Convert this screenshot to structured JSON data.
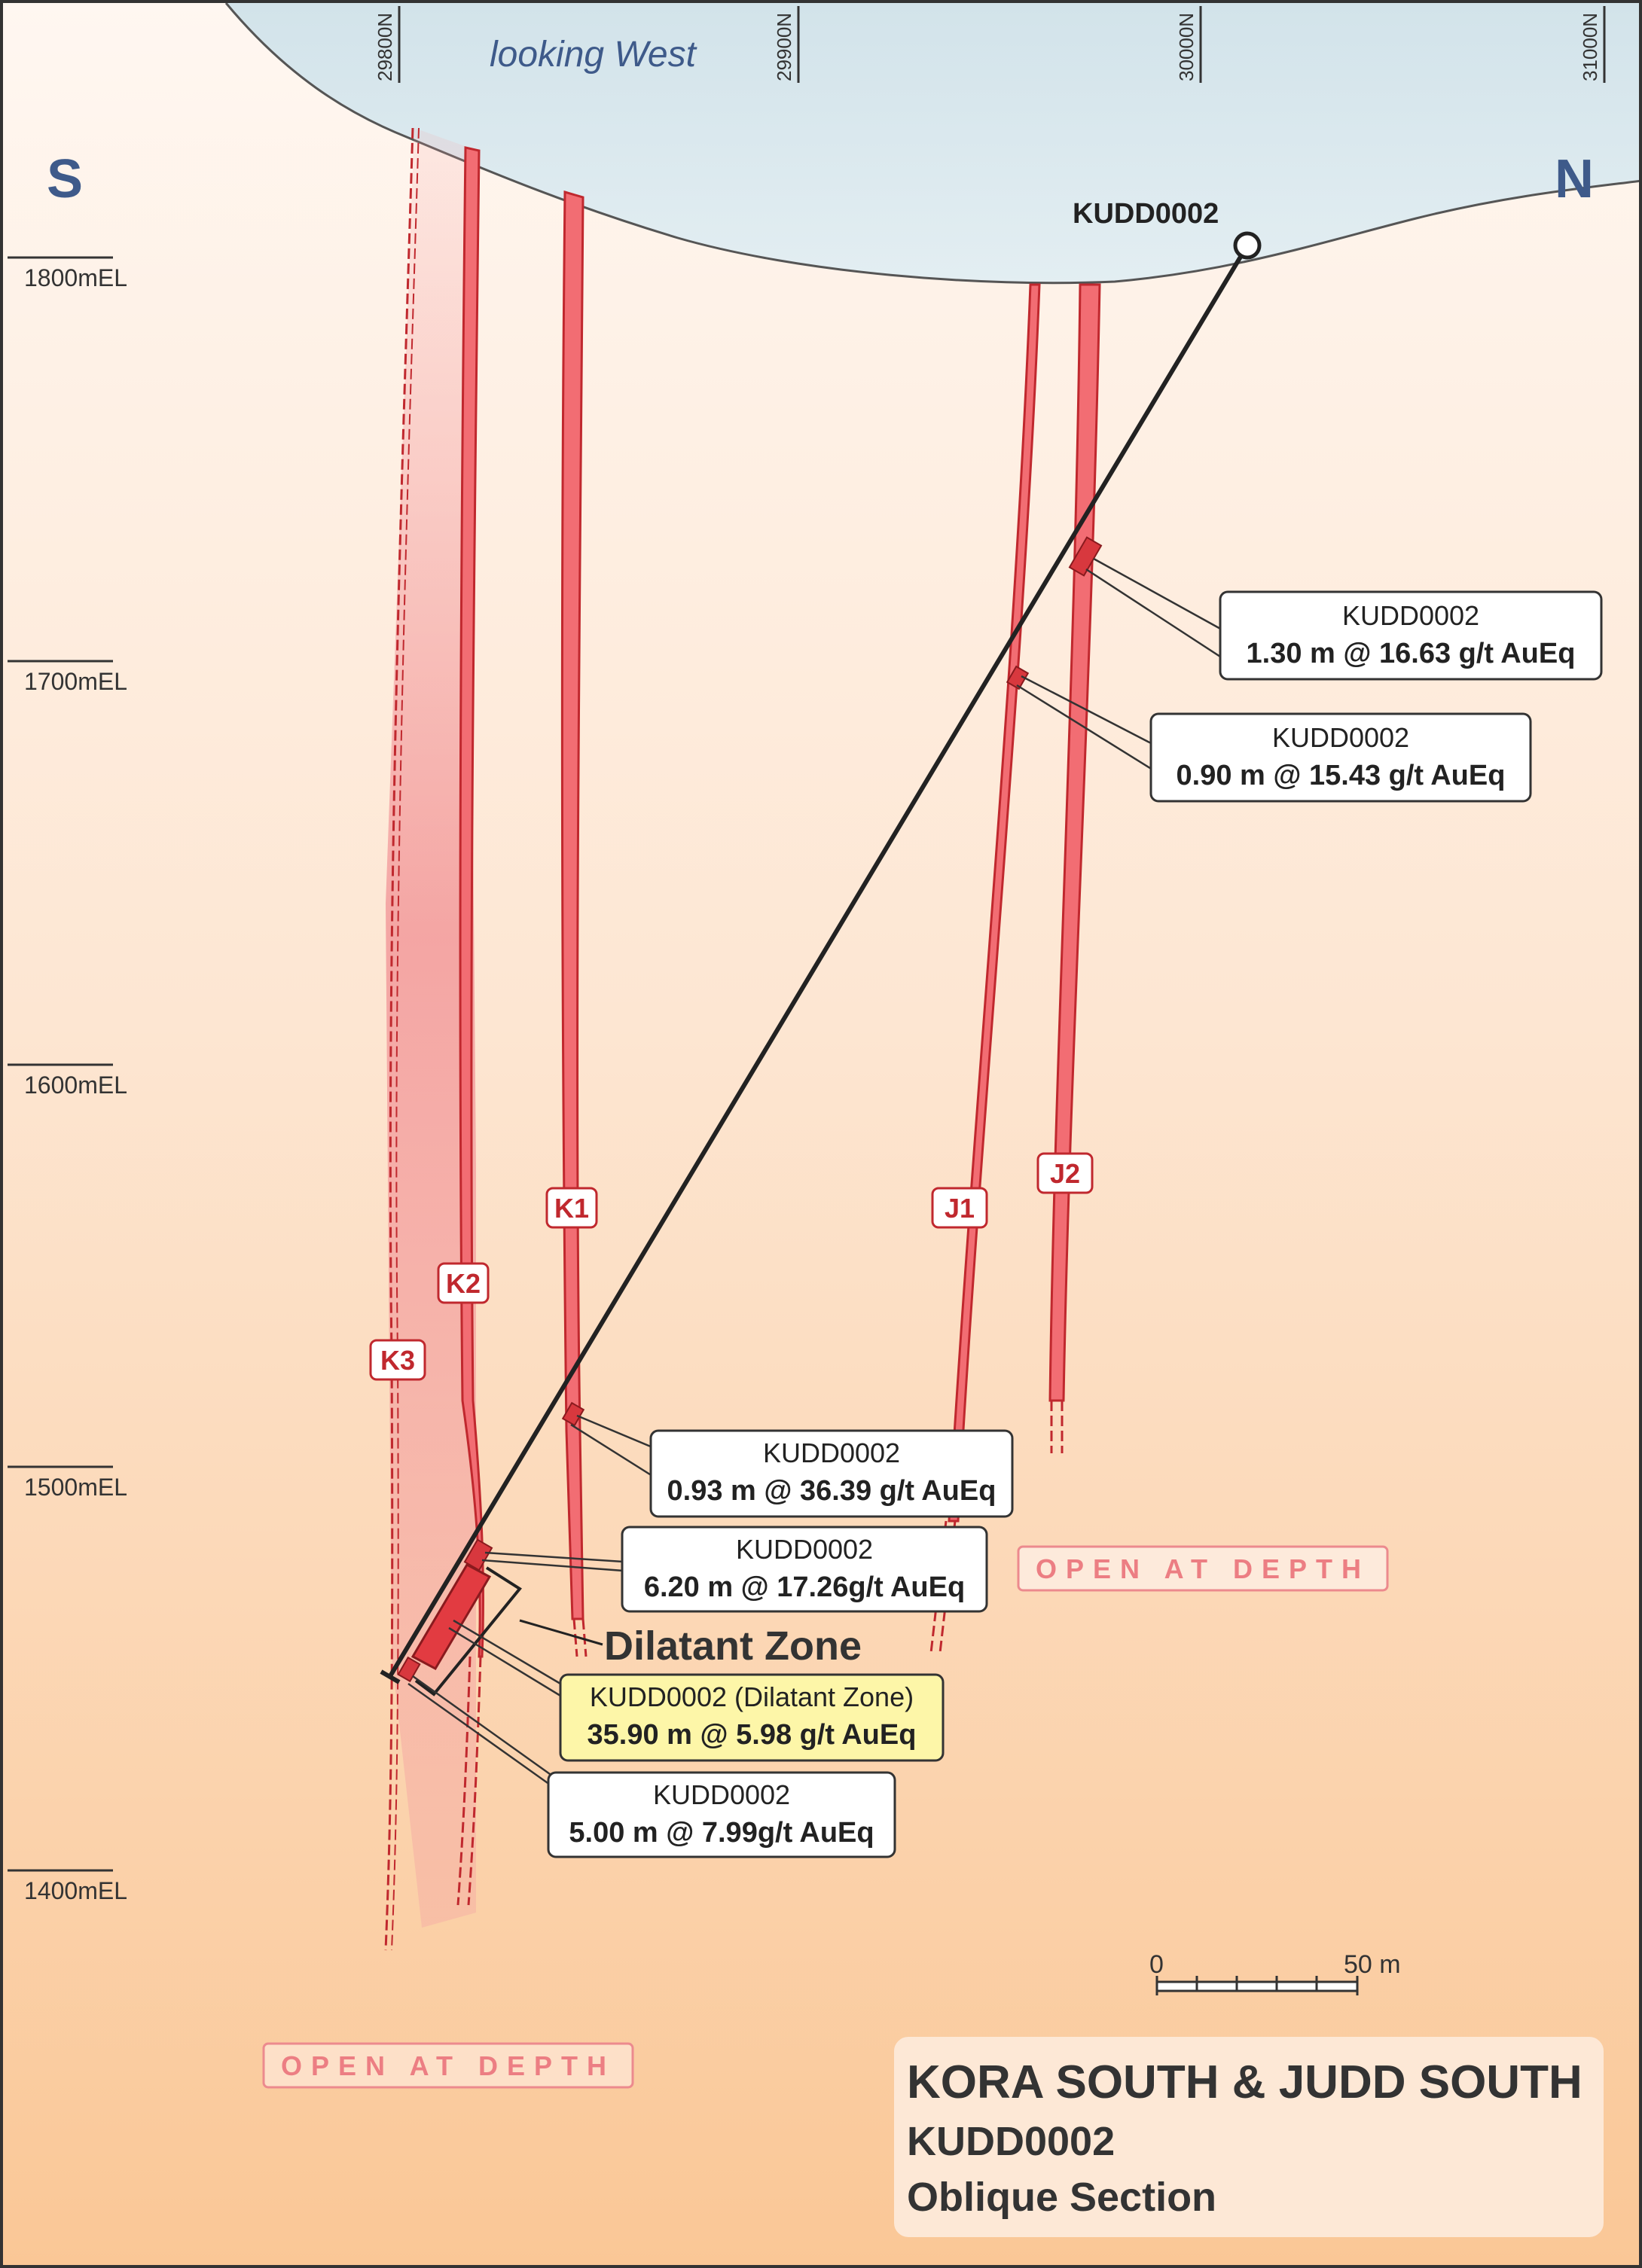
{
  "view": {
    "looking": "looking West",
    "south": "S",
    "north": "N"
  },
  "northings": [
    "29800N",
    "29900N",
    "30000N",
    "31000N"
  ],
  "elevations": [
    "1800mEL",
    "1700mEL",
    "1600mEL",
    "1500mEL",
    "1400mEL"
  ],
  "hole": {
    "name": "KUDD0002"
  },
  "veins": [
    "K1",
    "K2",
    "K3",
    "J1",
    "J2"
  ],
  "intercepts": [
    {
      "hole": "KUDD0002",
      "result": "1.30 m @ 16.63 g/t AuEq"
    },
    {
      "hole": "KUDD0002",
      "result": "0.90 m @ 15.43 g/t AuEq"
    },
    {
      "hole": "KUDD0002",
      "result": "0.93 m @ 36.39 g/t AuEq"
    },
    {
      "hole": "KUDD0002",
      "result": "6.20 m @ 17.26g/t AuEq"
    },
    {
      "hole": "KUDD0002 (Dilatant Zone)",
      "result": "35.90 m @ 5.98 g/t AuEq"
    },
    {
      "hole": "KUDD0002",
      "result": "5.00 m @ 7.99g/t AuEq"
    }
  ],
  "dilatant_zone": "Dilatant Zone",
  "open_at_depth": "OPEN AT DEPTH",
  "scale": {
    "start": "0",
    "end": "50 m"
  },
  "title": {
    "line1": "KORA SOUTH & JUDD SOUTH",
    "line2": "KUDD0002",
    "line3": "Oblique Section"
  },
  "colors": {
    "background_top": "#fff5ee",
    "background_bottom": "#fac89a",
    "sky": "#d7e6ec",
    "vein_fill": "#f26d73",
    "vein_edge": "#c0282e",
    "label_red": "#c0282e",
    "text_blue": "#3e5a8a",
    "highlight_box": "#fdf6a8"
  }
}
